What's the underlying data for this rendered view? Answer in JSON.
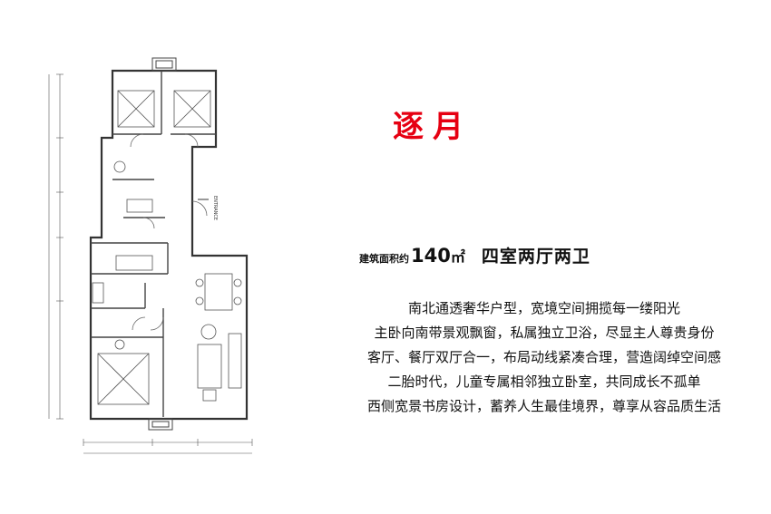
{
  "title": "逐月",
  "area": {
    "label": "建筑面积约",
    "value": "140",
    "unit": "㎡",
    "layout": "四室两厅两卫"
  },
  "features": [
    "南北通透奢华户型，宽境空间拥揽每一缕阳光",
    "主卧向南带景观飘窗，私属独立卫浴，尽显主人尊贵身份",
    "客厅、餐厅双厅合一，布局动线紧凑合理，营造阔绰空间感",
    "二胎时代，儿童专属相邻独立卧室，共同成长不孤单",
    "西侧宽景书房设计，蓄养人生最佳境界，尊享从容品质生活"
  ],
  "plan_labels": {
    "entrance": "ENTRANCE"
  }
}
